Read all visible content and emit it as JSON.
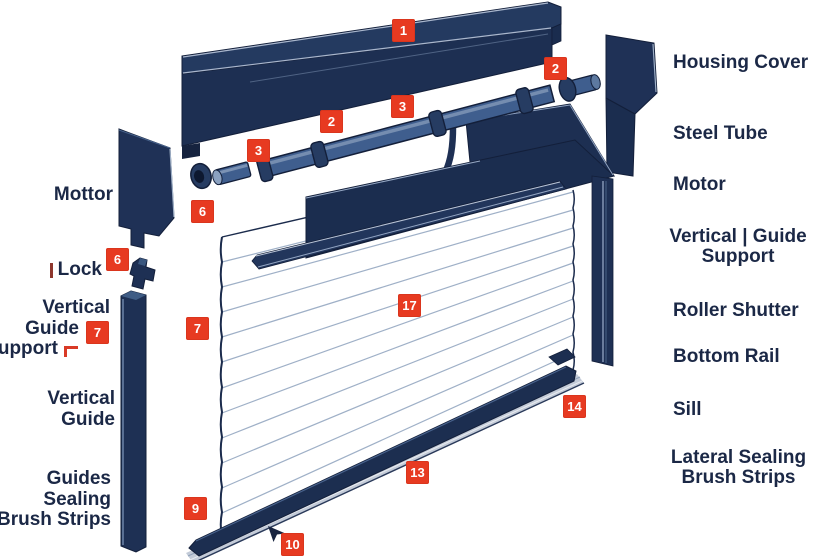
{
  "diagram": {
    "kind": "exploded parts diagram",
    "subject_label": "Roller Shutter"
  },
  "colors": {
    "navy": "#1e3054",
    "navy_dark": "#131f3a",
    "tube_blue": "#3f5e8e",
    "tube_highlight": "#7b92b4",
    "edge_light": "#aab7cd",
    "slat_line": "#9fb0c7",
    "sill_gray": "#c3cbd8",
    "badge_red": "#e73a21",
    "text_navy": "#1b2846",
    "lock_tick_red": "#8e372d",
    "support_mark_red": "#d93a26",
    "background": "#ffffff"
  },
  "badges": {
    "b1": "1",
    "b2a": "2",
    "b2b": "2",
    "b3a": "3",
    "b3b": "3",
    "b6a": "6",
    "b6b": "6",
    "b7a": "7",
    "b7b": "7",
    "b9": "9",
    "b10": "10",
    "b13": "13",
    "b14": "14",
    "b17": "17"
  },
  "labels_left": {
    "motor": "Mottor",
    "lock": "Lock",
    "vgs_line1": "Vertical",
    "vgs_line2": "Guide",
    "vgs_line3": "Support",
    "vg_line1": "Vertical",
    "vg_line2": "Guide",
    "gsb_line1": "Guides",
    "gsb_line2": "Sealing",
    "gsb_line3": "Brush Strips"
  },
  "labels_right": {
    "housing_cover": "Housing Cover",
    "steel_tube": "Steel Tube",
    "motor": "Motor",
    "vgs_line1": "Vertical | Guide",
    "vgs_line2": "Support",
    "roller_shutter": "Roller Shutter",
    "bottom_rail": "Bottom Rail",
    "sill": "Sill",
    "lateral_line1": "Lateral Sealing",
    "lateral_line2": "Brush Strips"
  }
}
